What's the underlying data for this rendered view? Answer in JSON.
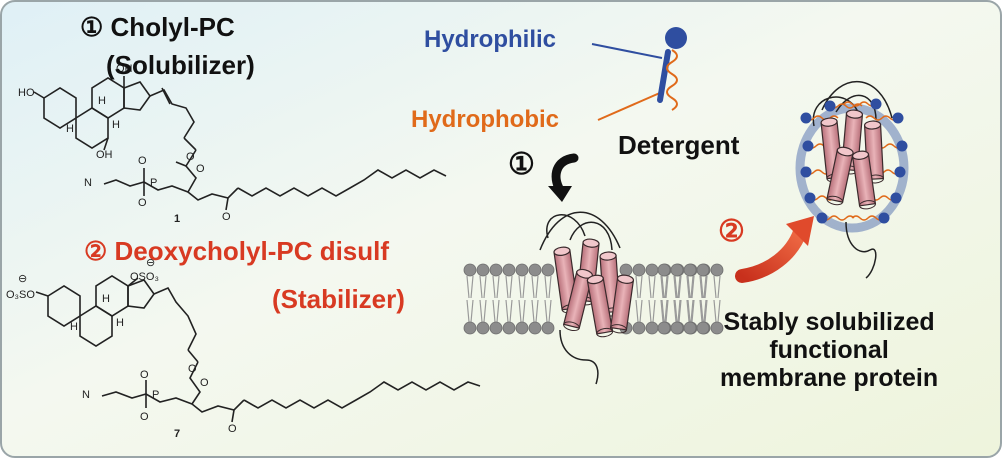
{
  "compound_1": {
    "title": "① Cholyl-PC",
    "role": "(Solubilizer)",
    "number": "1"
  },
  "compound_7": {
    "title": "② Deoxycholyl-PC disulf",
    "role": "(Stabilizer)",
    "number": "7"
  },
  "detergent": {
    "hydrophilic_label": "Hydrophilic",
    "hydrophobic_label": "Hydrophobic",
    "name": "Detergent"
  },
  "steps": {
    "step1": "①",
    "step2": "②"
  },
  "result": {
    "line1": "Stably solubilized",
    "line2": "functional",
    "line3": "membrane protein"
  },
  "colors": {
    "hydrophilic": "#2f4ea0",
    "hydrophobic": "#e06a1a",
    "stabilizer": "#d83a22",
    "protein": "#d9959b",
    "lipid_head": "#8c8c8c"
  }
}
